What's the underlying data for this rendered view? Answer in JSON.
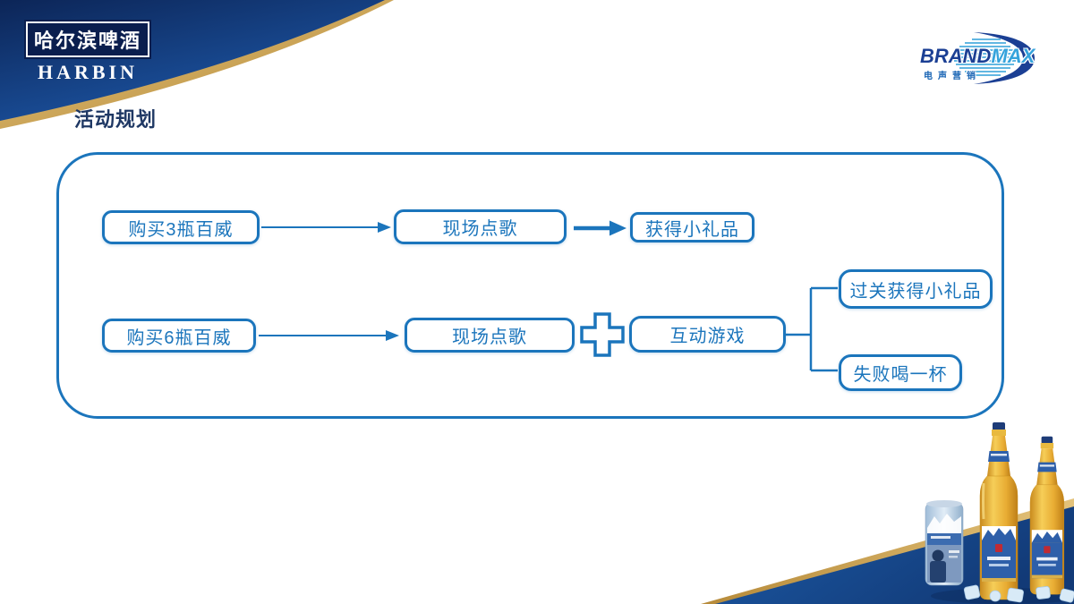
{
  "slide": {
    "title": "活动规划"
  },
  "harbin_logo": {
    "cn": "哈尔滨啤酒",
    "en": "HARBIN"
  },
  "brandmax_logo": {
    "brand": "BRAND",
    "max": "MAX",
    "tagline": "电声营销"
  },
  "flowchart": {
    "row1": {
      "step1": "购买3瓶百威",
      "step2": "现场点歌",
      "step3": "获得小礼品"
    },
    "row2": {
      "step1": "购买6瓶百威",
      "step2": "现场点歌",
      "operator": "plus",
      "step3": "互动游戏",
      "outcome_win": "过关获得小礼品",
      "outcome_lose": "失败喝一杯"
    }
  },
  "colors": {
    "flow_blue": "#1B75BC",
    "banner_navy": "#0D2A63",
    "banner_blue": "#1E5BAD",
    "corner_blue": "#1C5AA6",
    "gold_trim": "#C9A24B",
    "title_text": "#1F3864"
  }
}
